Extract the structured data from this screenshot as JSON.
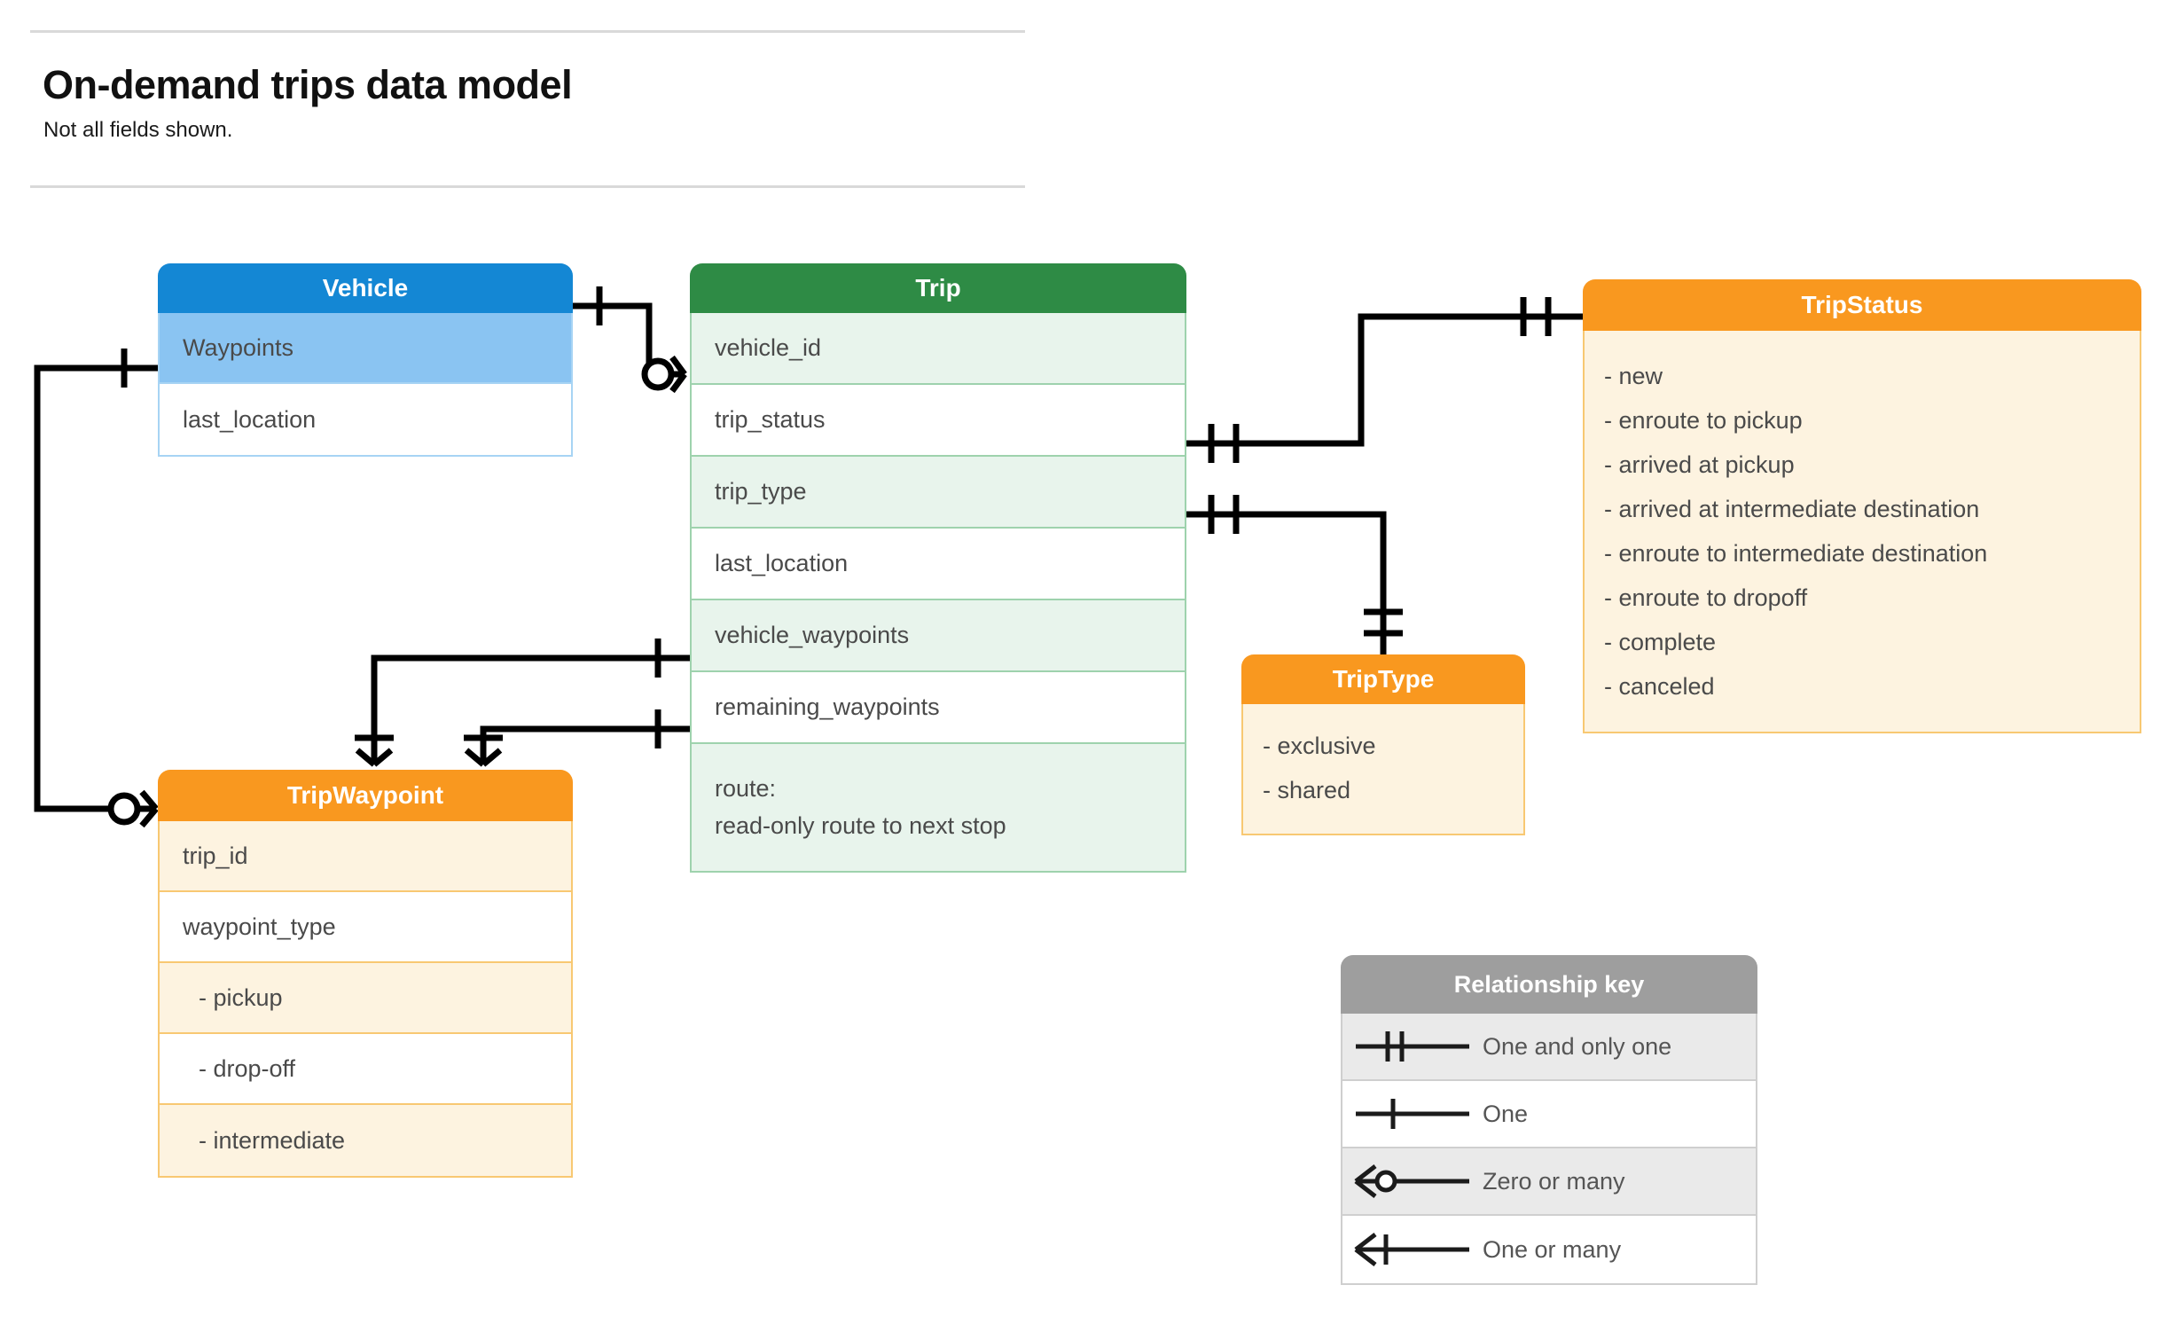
{
  "header": {
    "title": "On-demand trips data model",
    "subtitle": "Not all fields shown."
  },
  "entities": {
    "vehicle": {
      "name": "Vehicle",
      "color": "#1487d4",
      "fields": [
        {
          "label": "Waypoints"
        },
        {
          "label": "last_location"
        }
      ]
    },
    "trip": {
      "name": "Trip",
      "color": "#2e8b45",
      "fields": [
        {
          "label": "vehicle_id"
        },
        {
          "label": "trip_status"
        },
        {
          "label": "trip_type"
        },
        {
          "label": "last_location"
        },
        {
          "label": "vehicle_waypoints"
        },
        {
          "label": "remaining_waypoints"
        }
      ],
      "route_line1": "route:",
      "route_line2": "read-only route to next stop"
    },
    "trip_status": {
      "name": "TripStatus",
      "color": "#f9981f",
      "values": [
        "- new",
        "- enroute to pickup",
        "- arrived at pickup",
        "- arrived at intermediate destination",
        "- enroute to intermediate destination",
        "- enroute to dropoff",
        "- complete",
        "- canceled"
      ]
    },
    "trip_type": {
      "name": "TripType",
      "color": "#f9981f",
      "values": [
        "- exclusive",
        "- shared"
      ]
    },
    "trip_waypoint": {
      "name": "TripWaypoint",
      "color": "#f9981f",
      "fields": [
        {
          "label": "trip_id"
        },
        {
          "label": "waypoint_type"
        },
        {
          "label": "-  pickup"
        },
        {
          "label": "-  drop-off"
        },
        {
          "label": "-  intermediate"
        }
      ]
    }
  },
  "legend": {
    "title": "Relationship key",
    "rows": [
      {
        "symbol": "one-and-only-one",
        "label": "One and only one"
      },
      {
        "symbol": "one",
        "label": "One"
      },
      {
        "symbol": "zero-or-many",
        "label": "Zero or many"
      },
      {
        "symbol": "one-or-many",
        "label": "One or many"
      }
    ]
  },
  "relationships": [
    {
      "from": "Vehicle",
      "from_card": "one",
      "to": "Trip.vehicle_id",
      "to_card": "zero-or-many"
    },
    {
      "from": "Vehicle.Waypoints",
      "from_card": "one",
      "to": "TripWaypoint",
      "to_card": "zero-or-many"
    },
    {
      "from": "Trip.trip_status",
      "from_card": "one-and-only-one",
      "to": "TripStatus",
      "to_card": "one-and-only-one"
    },
    {
      "from": "Trip.trip_type",
      "from_card": "one-and-only-one",
      "to": "TripType",
      "to_card": "one-and-only-one"
    },
    {
      "from": "Trip.vehicle_waypoints",
      "from_card": "one",
      "to": "TripWaypoint",
      "to_card": "one-or-many"
    },
    {
      "from": "Trip.remaining_waypoints",
      "from_card": "one",
      "to": "TripWaypoint",
      "to_card": "one-or-many"
    }
  ]
}
